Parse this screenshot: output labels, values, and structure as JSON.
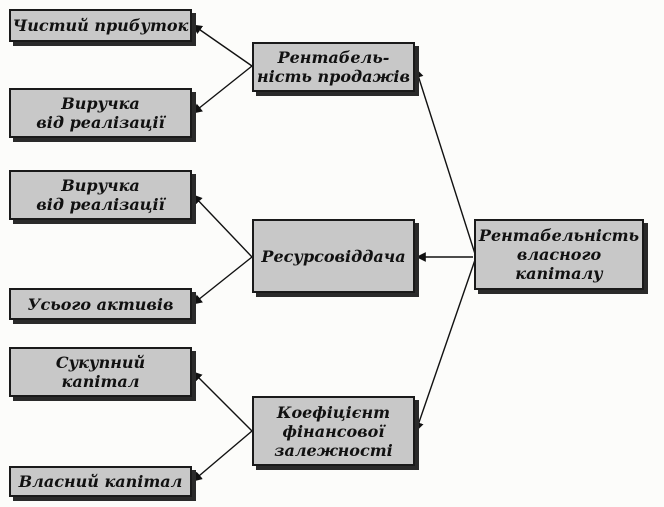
{
  "diagram": {
    "root": "Рентабельність\nвласного\nкапіталу",
    "mid": [
      "Рентабель-\nність продажів",
      "Ресурсовіддача",
      "Коефіцієнт\nфінансової\nзалежності"
    ],
    "leaves": [
      "Чистий прибуток",
      "Виручка\nвід реалізації",
      "Виручка\nвід реалізації",
      "Усього активів",
      "Сукупний\nкапітал",
      "Власний капітал"
    ]
  }
}
